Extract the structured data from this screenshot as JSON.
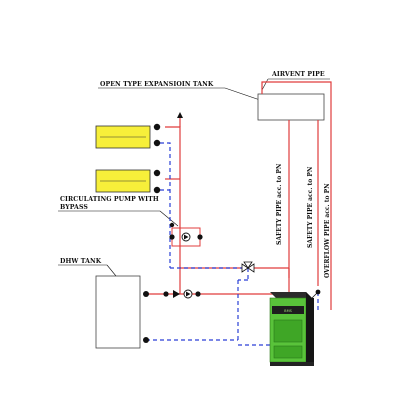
{
  "labels": {
    "expansion_tank": "OPEN TYPE EXPANSIOIN TANK",
    "airvent_pipe": "AIRVENT PIPE",
    "circulating_pump_line1": "CIRCULATING PUMP WITH",
    "circulating_pump_line2": "BYPASS",
    "dhw_tank": "DHW TANK",
    "safety_pipe_1": "SAFETY PIPE acc. to PN",
    "safety_pipe_2": "SAFETY PIPE acc. to PN",
    "overflow_pipe": "OVERFLOW PIPE acc. to PN"
  },
  "boiler": {
    "brand": "BMS"
  },
  "colors": {
    "supply_pipe": "#e03c3c",
    "return_pipe": "#2a3fd6",
    "radiator_fill": "#f7ef3a",
    "boiler_green": "#59c33a",
    "boiler_dark": "#1e1e1e"
  }
}
